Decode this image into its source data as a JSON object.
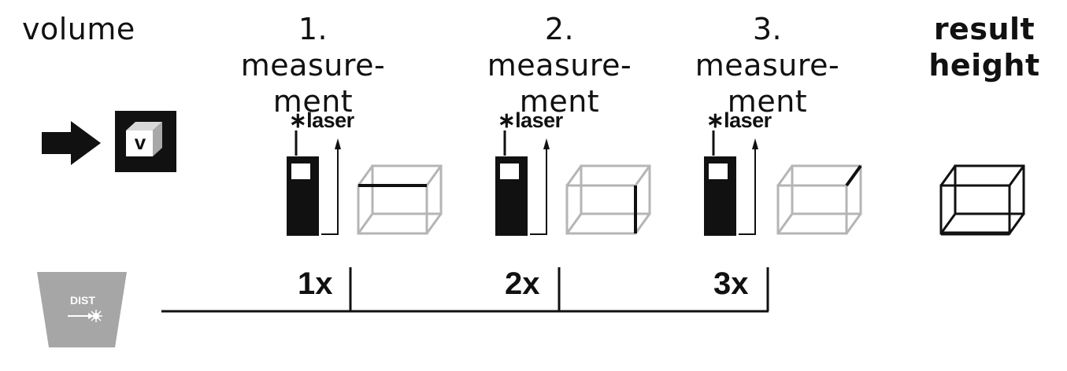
{
  "headers": {
    "volume": "volume",
    "m1_line1": "1. measure-",
    "m1_line2": "ment",
    "m2_line1": "2. measure-",
    "m2_line2": "ment",
    "m3_line1": "3. measure-",
    "m3_line2": "ment",
    "result_line1": "result",
    "result_line2": "height"
  },
  "mode_icon": {
    "letter": "v"
  },
  "laser_label": "laser",
  "laser_star": "∗",
  "key": {
    "label": "DIST"
  },
  "counts": [
    "1x",
    "2x",
    "3x"
  ]
}
